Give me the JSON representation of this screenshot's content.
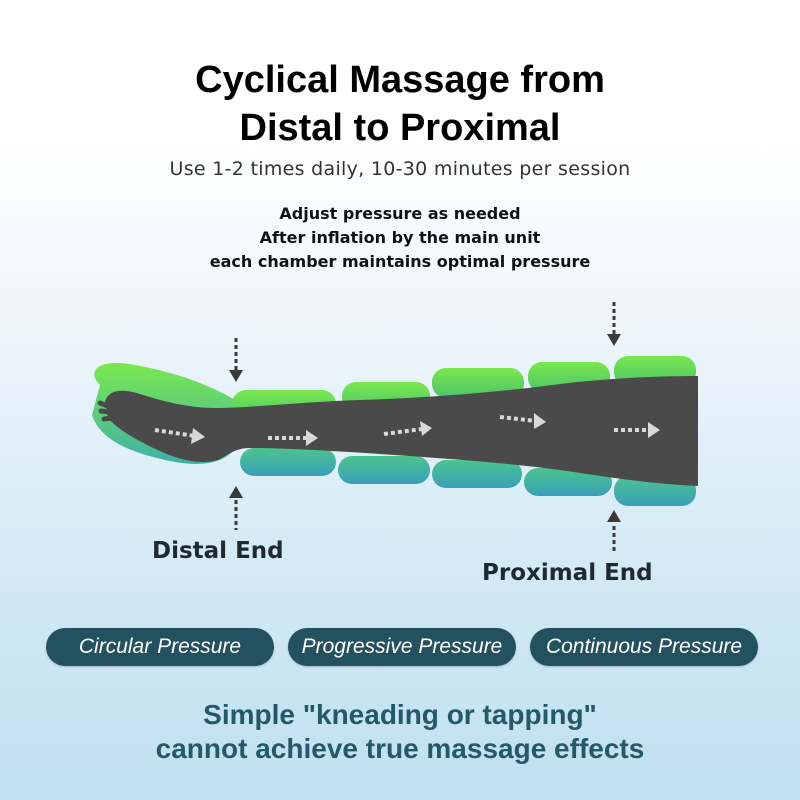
{
  "title": {
    "line1": "Cyclical Massage from",
    "line2": "Distal to Proximal"
  },
  "subtitle": "Use 1-2 times daily, 10-30 minutes per session",
  "notes": [
    "Adjust pressure as needed",
    "After inflation by the main unit",
    "each chamber maintains optimal pressure"
  ],
  "labels": {
    "distal": "Distal End",
    "proximal": "Proximal End"
  },
  "pills": [
    "Circular Pressure",
    "Progressive Pressure",
    "Continuous Pressure"
  ],
  "bottom": {
    "line1": "Simple \"kneading or tapping\"",
    "line2": "cannot achieve true massage effects"
  },
  "colors": {
    "leg": "#4a4a4a",
    "chamber_top": "#6fdb45",
    "chamber_bottom": "#3fa8b5",
    "pill": "#24515f",
    "bottom_text": "#25596a"
  }
}
